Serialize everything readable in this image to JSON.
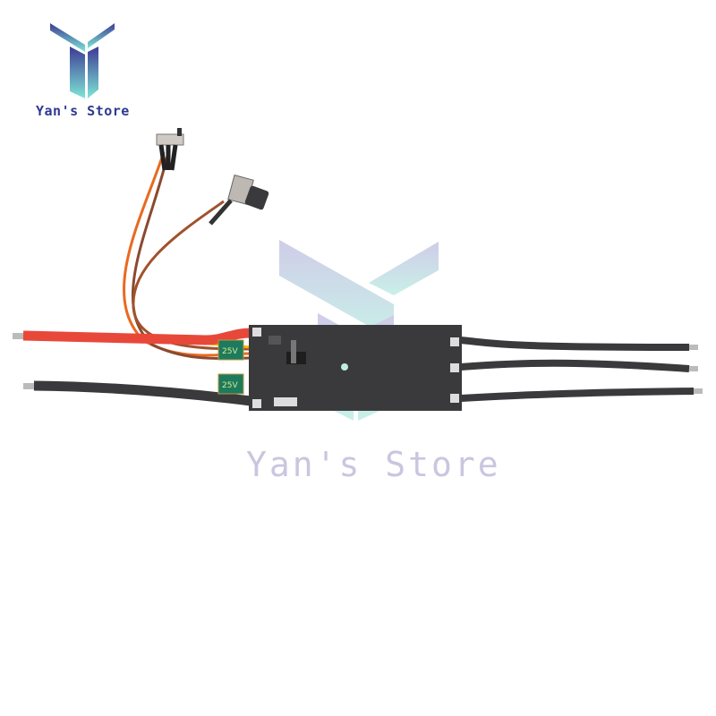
{
  "logo": {
    "brand_text": "Yan's Store",
    "colors": {
      "top": "#3d3a94",
      "bottom": "#7ee6d6"
    }
  },
  "watermark": {
    "brand_text": "Yan's Store",
    "text_color": "#c9c6e0"
  },
  "product": {
    "name": "brushless ESC controller board",
    "board_color": "#3a3a3c",
    "wires": {
      "power_positive": "#e8483a",
      "power_negative": "#3a3a3c",
      "motor_phases": 3,
      "signal_colors": [
        "#f4b400",
        "#e86a20",
        "#8a4a30"
      ]
    },
    "capacitors": [
      {
        "label": "25V",
        "color": "#1e7a5e"
      },
      {
        "label": "25V",
        "color": "#1e7a5e"
      }
    ],
    "accessories": [
      "slide-switch",
      "potentiometer"
    ]
  }
}
